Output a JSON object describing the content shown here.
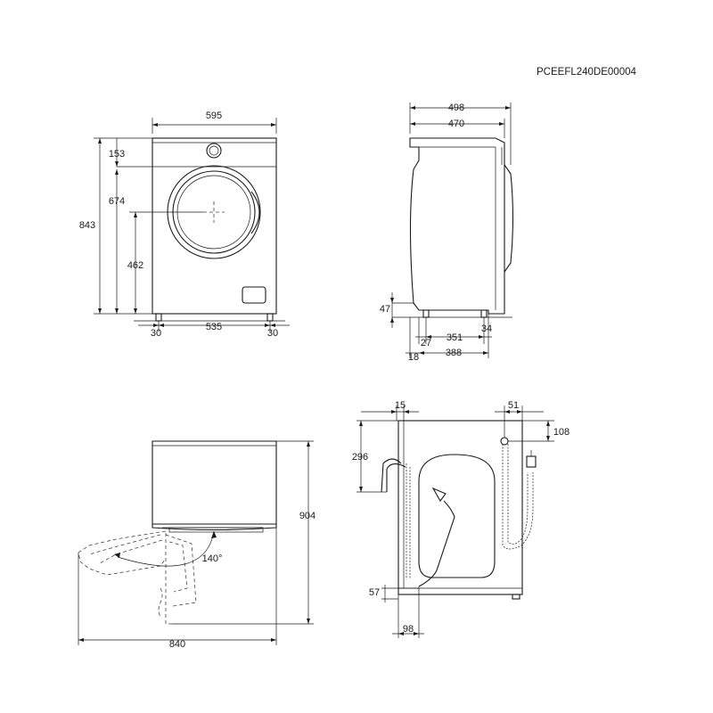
{
  "model_code": "PCEEFL240DE00004",
  "front_view": {
    "width_overall": "595",
    "height_top": "153",
    "height_door_center": "674",
    "height_total": "843",
    "height_door_center_from_floor": "462",
    "foot_left": "30",
    "foot_span": "535",
    "foot_right": "30"
  },
  "side_view": {
    "depth_overall": "498",
    "depth_body": "470",
    "foot_height": "47",
    "foot_offset_front": "27",
    "foot_span": "351",
    "foot_offset_rear": "34",
    "inset_front": "18",
    "base_depth": "388"
  },
  "door_view": {
    "total_height_open": "904",
    "total_depth_open": "840",
    "door_angle": "140°"
  },
  "rear_view": {
    "drain_offset": "15",
    "inlet_offset": "51",
    "inlet_height": "108",
    "drain_hose_height": "296",
    "bottom_offset": "57",
    "drain_width": "98"
  }
}
